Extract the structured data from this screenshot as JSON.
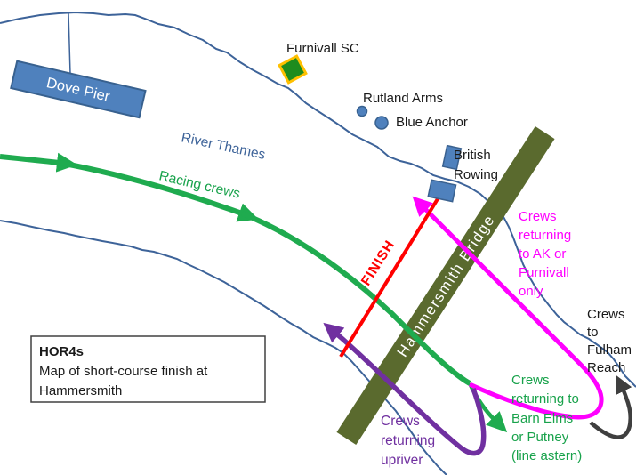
{
  "map": {
    "title": "HOR4s",
    "subtitle_line1": "Map of short-course finish at",
    "subtitle_line2": "Hammersmith"
  },
  "labels": {
    "dove_pier": "Dove Pier",
    "furnivall_sc": "Furnivall SC",
    "rutland_arms": "Rutland Arms",
    "blue_anchor": "Blue Anchor",
    "river_thames": "River Thames",
    "racing_crews": "Racing crews",
    "british_rowing": {
      "lines": [
        "British",
        "Rowing"
      ]
    },
    "hammersmith_bridge": "Hammersmith Bridge",
    "finish": "FINISH",
    "crews_ak": {
      "lines": [
        "Crews",
        "returning",
        "to AK or",
        "Furnivall",
        "only"
      ]
    },
    "crews_fulham": {
      "lines": [
        "Crews",
        "to",
        "Fulham",
        "Reach"
      ]
    },
    "crews_barn_elms": {
      "lines": [
        "Crews",
        "returning to",
        "Barn Elms",
        "or Putney",
        "(line astern)"
      ]
    },
    "crews_upriver": {
      "lines": [
        "Crews",
        "returning",
        "upriver"
      ]
    }
  },
  "colors": {
    "river_bank": "#3d6399",
    "pier_fill": "#4f81bd",
    "pier_border": "#38618f",
    "bridge": "#5a6a2e",
    "racing_route_green": "#1fab4f",
    "finish_red": "#ff0000",
    "ak_route_magenta": "#ff00ff",
    "upriver_route_purple": "#7030a0",
    "fulham_route_gray": "#3f3f3f",
    "furnivall_fill": "#1e8c1e",
    "furnivall_border": "#ffc000",
    "marker_blue": "#4f81bd",
    "text_black": "#1a1a1a"
  }
}
